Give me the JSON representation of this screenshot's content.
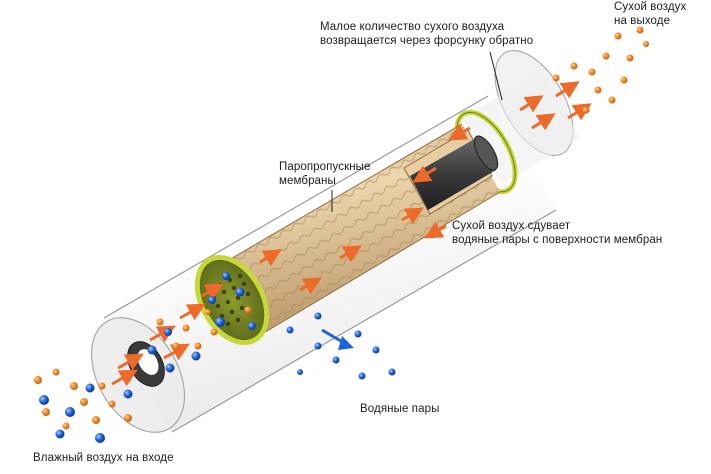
{
  "labels": {
    "dry_air_returned": [
      "Малое количество сухого воздуха",
      "возвращается через форсунку обратно"
    ],
    "dry_air_out": [
      "Сухой воздух",
      "на выходе"
    ],
    "membranes": [
      "Паропропускные",
      "мембраны"
    ],
    "sweep_air": [
      "Сухой воздух сдувает",
      "водяные пары с поверхности мембран"
    ],
    "water_vapor": "Водяные пары",
    "wet_air_in": "Влажный воздух на входе"
  },
  "colors": {
    "dry_air_particle": "#f08a2a",
    "water_particle": "#1f63d8",
    "flow_arrow": "#ee6a2a",
    "membrane": "#d7ba8c",
    "housing": "#c8c8c8",
    "seal_ring": "#c6d83a",
    "nozzle": "#3c3c3c"
  },
  "icons": {
    "flow": "flow-arrow-icon",
    "vapor_out": "vapor-arrow-icon"
  }
}
